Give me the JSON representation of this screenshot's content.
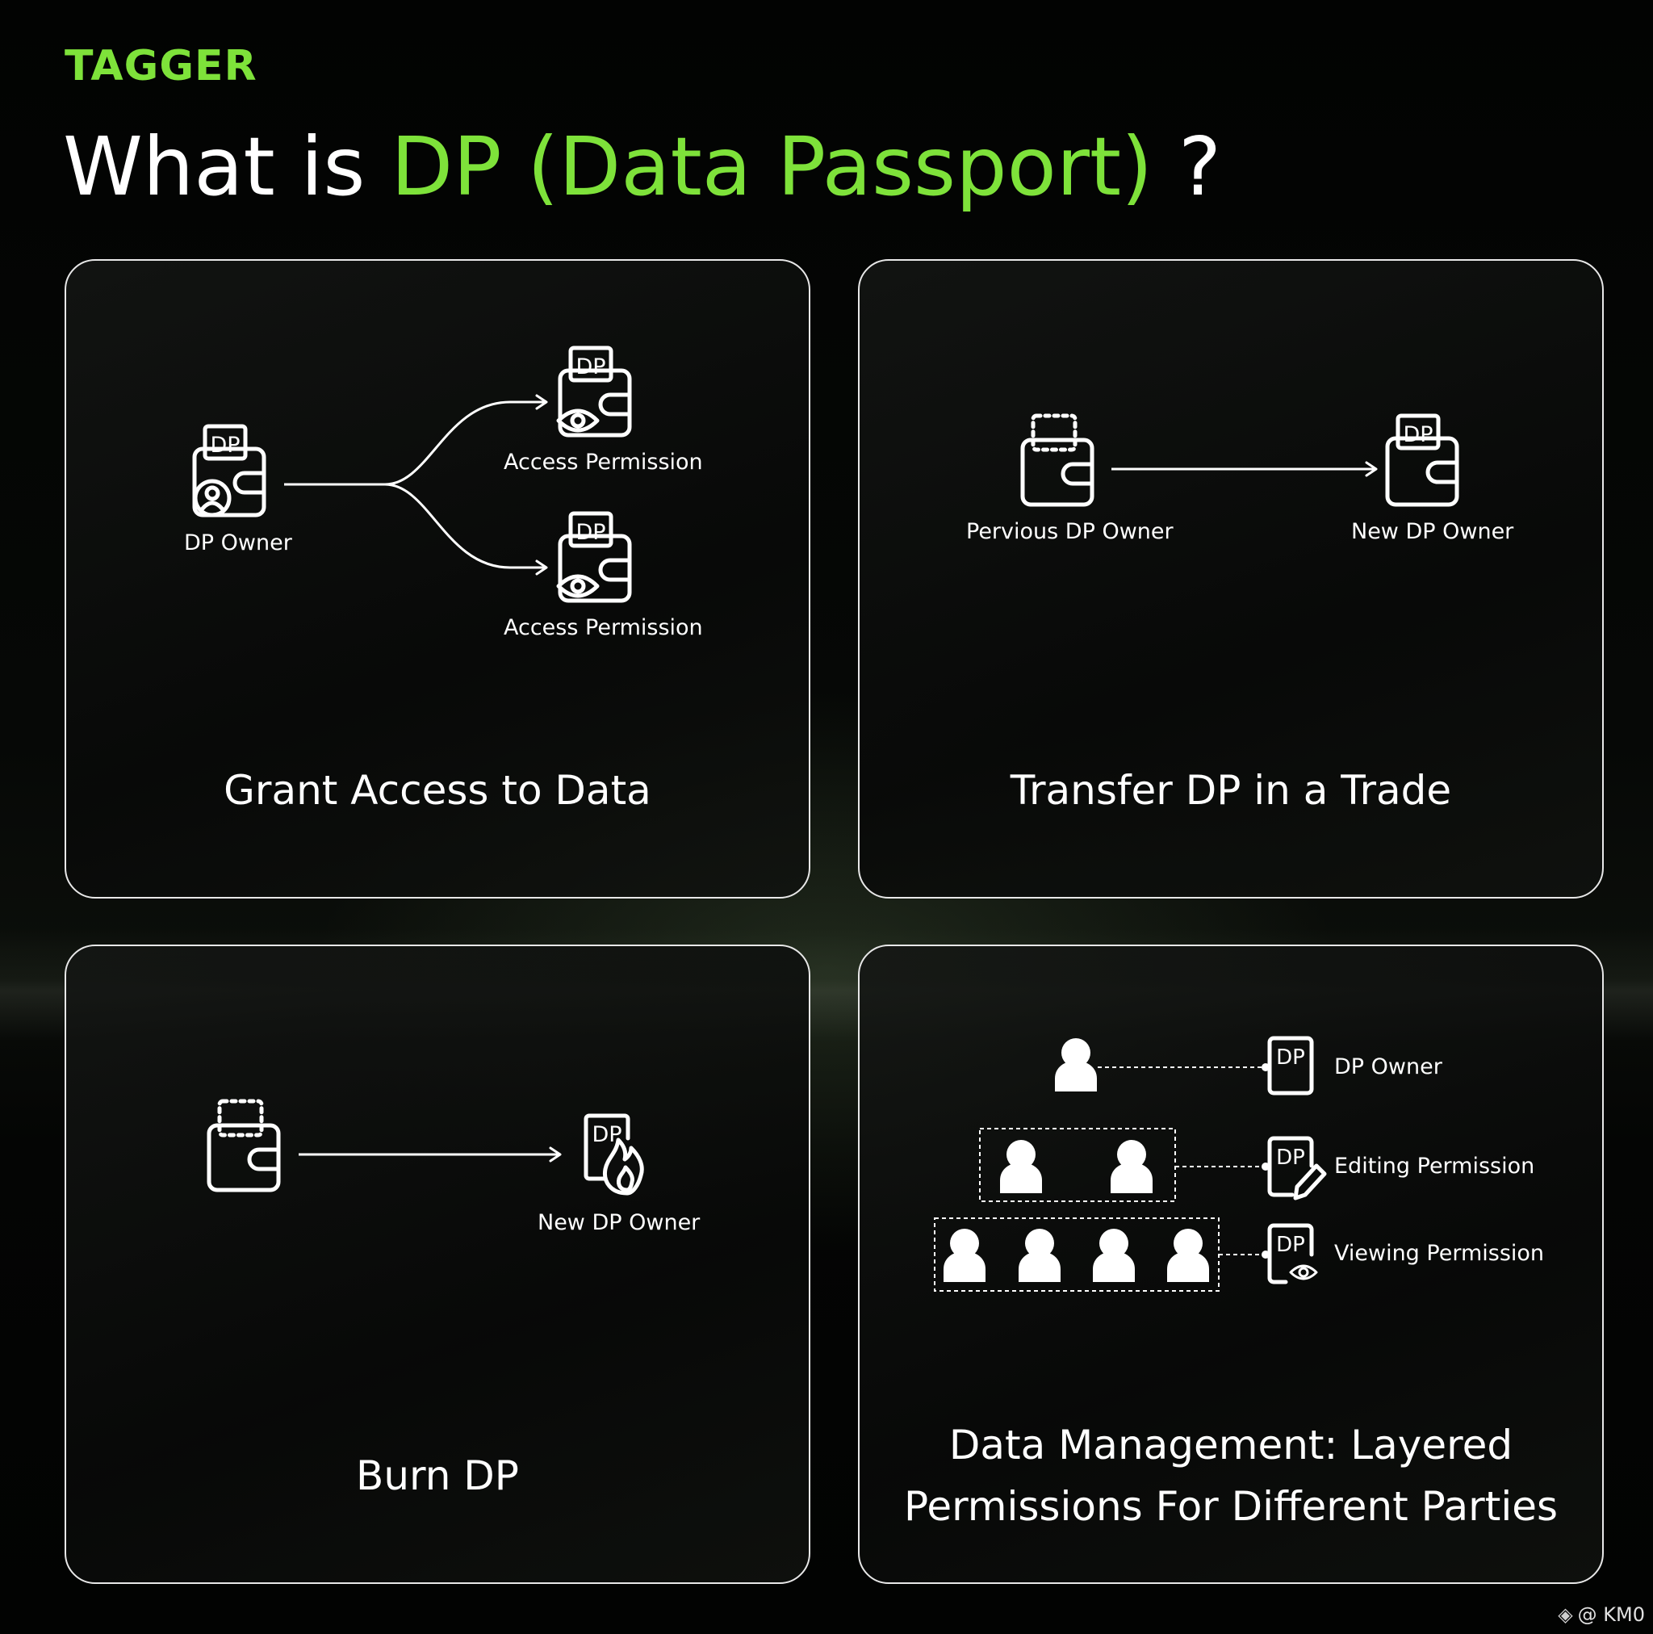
{
  "brand": "TAGGER",
  "headline": {
    "prefix": "What is ",
    "highlight": "DP (Data Passport)",
    "suffix": " ?"
  },
  "colors": {
    "accent": "#7ee23a",
    "background": "#050605",
    "line": "#ffffff"
  },
  "icons": [
    "dp-wallet-owner-icon",
    "dp-wallet-eye-icon",
    "dp-wallet-icon",
    "empty-wallet-icon",
    "dp-burn-icon",
    "person-icon",
    "dp-doc-icon",
    "dp-edit-icon",
    "dp-view-icon"
  ],
  "cards": {
    "grant": {
      "title": "Grant Access to Data",
      "owner_label": "DP Owner",
      "permission_top_label": "Access Permission",
      "permission_bottom_label": "Access Permission",
      "badge": "DP"
    },
    "transfer": {
      "title": "Transfer DP in a Trade",
      "previous_label": "Pervious DP Owner",
      "new_label": "New DP Owner",
      "badge": "DP"
    },
    "burn": {
      "title": "Burn DP",
      "new_label": "New DP Owner",
      "badge": "DP"
    },
    "manage": {
      "title_line1": "Data Management: Layered",
      "title_line2": "Permissions For Different Parties",
      "owner_label": "DP Owner",
      "editing_label": "Editing Permission",
      "viewing_label": "Viewing Permission",
      "badge": "DP"
    }
  },
  "watermark": "@ KM0"
}
